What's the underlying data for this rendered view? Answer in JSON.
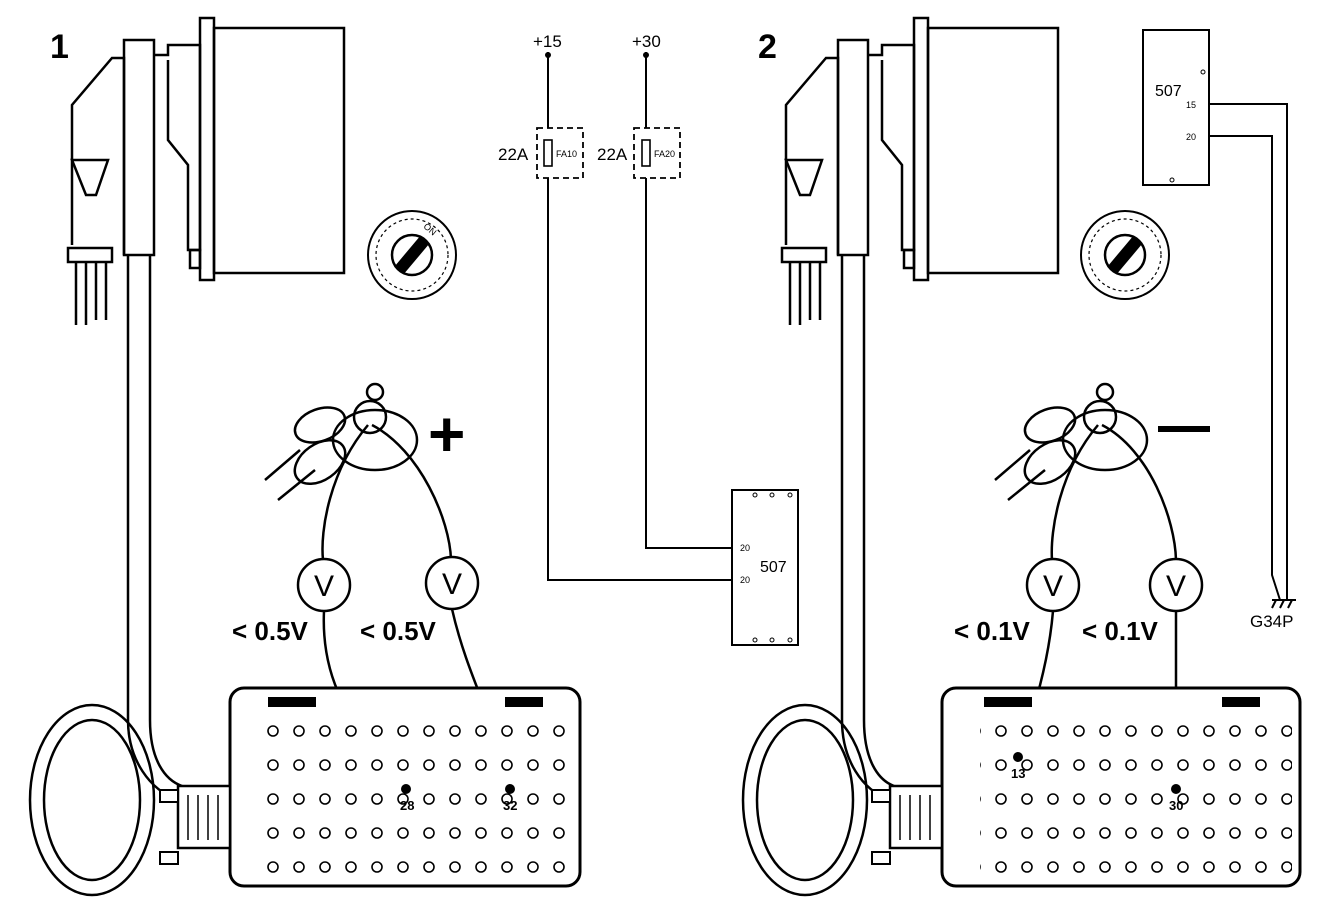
{
  "panel1": {
    "number": "1",
    "switch_label": "ON",
    "probe_sign": "+",
    "voltmeter_left": "V",
    "voltmeter_right": "V",
    "reading_left": "< 0.5V",
    "reading_right": "< 0.5V",
    "pin_left": "28",
    "pin_right": "32"
  },
  "circuit": {
    "supply_15": "+15",
    "supply_30": "+30",
    "fuse_rating_1": "22A",
    "fuse_rating_2": "22A",
    "fuse_id_1": "FA10",
    "fuse_id_2": "FA20",
    "module": "507",
    "module_pin_a": "20",
    "module_pin_b": "20"
  },
  "panel2": {
    "number": "2",
    "module": "507",
    "module_pin_15": "15",
    "module_pin_20": "20",
    "ground": "G34P",
    "voltmeter_left": "V",
    "voltmeter_right": "V",
    "reading_left": "< 0.1V",
    "reading_right": "< 0.1V",
    "pin_left": "13",
    "pin_right": "30"
  }
}
